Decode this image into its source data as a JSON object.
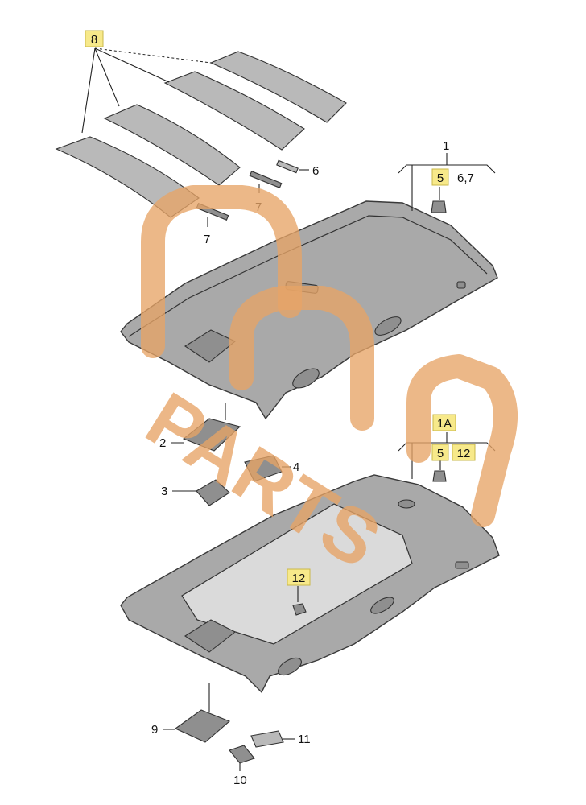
{
  "callouts": {
    "c8": "8",
    "c6": "6",
    "c7a": "7",
    "c7b": "7",
    "c1": "1",
    "c5a": "5",
    "c67": "6,7",
    "c1A": "1A",
    "c5b": "5",
    "c12a": "12",
    "c2": "2",
    "c3": "3",
    "c4": "4",
    "c12b": "12",
    "c9": "9",
    "c10": "10",
    "c11": "11"
  },
  "watermark": {
    "text": "PARTS"
  },
  "colors": {
    "highlight": "#f7e98a",
    "watermark": "#e7a466",
    "headliner": "#a9a9a9"
  }
}
